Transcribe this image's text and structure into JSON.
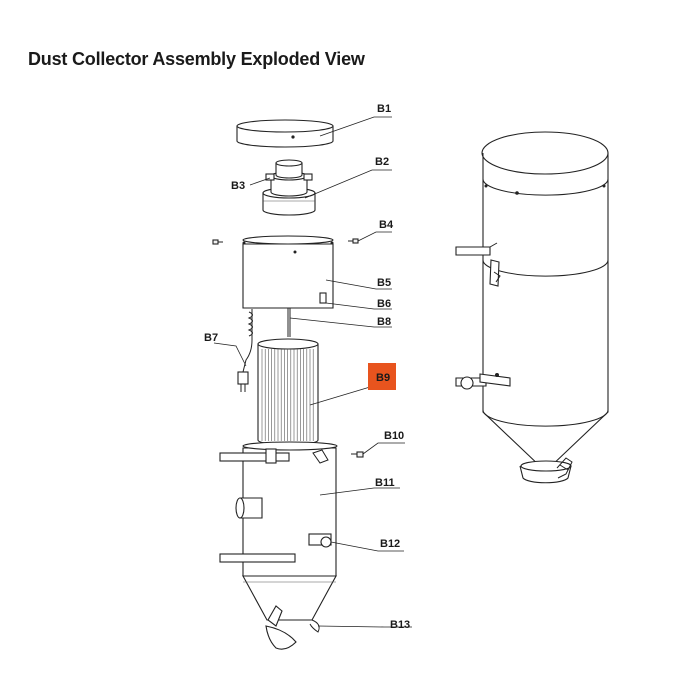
{
  "title": "Dust Collector Assembly Exploded View",
  "highlight_color": "#e8541e",
  "highlighted_part": "B9",
  "parts": {
    "b1": "B1",
    "b2": "B2",
    "b3": "B3",
    "b4": "B4",
    "b5": "B5",
    "b6": "B6",
    "b7": "B7",
    "b8": "B8",
    "b9": "B9",
    "b10": "B10",
    "b11": "B11",
    "b12": "B12",
    "b13": "B13"
  }
}
